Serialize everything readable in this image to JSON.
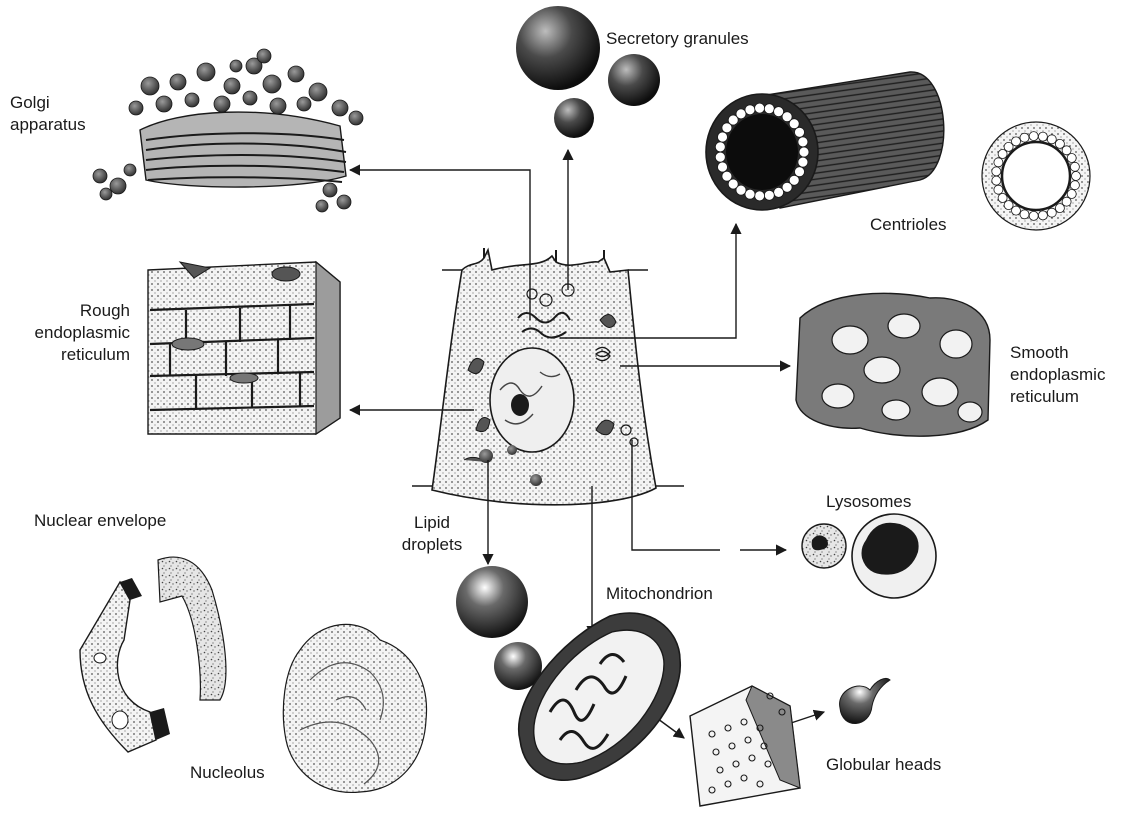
{
  "labels": {
    "golgi": "Golgi\napparatus",
    "secretory": "Secretory granules",
    "centrioles": "Centrioles",
    "rough_er": "Rough\nendoplasmic\nreticulum",
    "smooth_er": "Smooth\nendoplasmic\nreticulum",
    "lysosomes": "Lysosomes",
    "nuclear_envelope": "Nuclear envelope",
    "lipid": "Lipid\ndroplets",
    "mitochondrion": "Mitochondrion",
    "nucleolus": "Nucleolus",
    "globular": "Globular heads"
  },
  "colors": {
    "ink": "#1a1a1a",
    "dark_fill": "#3a3a3a",
    "mid_fill": "#8a8a8a",
    "light_fill": "#c8c8c8",
    "background": "#ffffff"
  }
}
